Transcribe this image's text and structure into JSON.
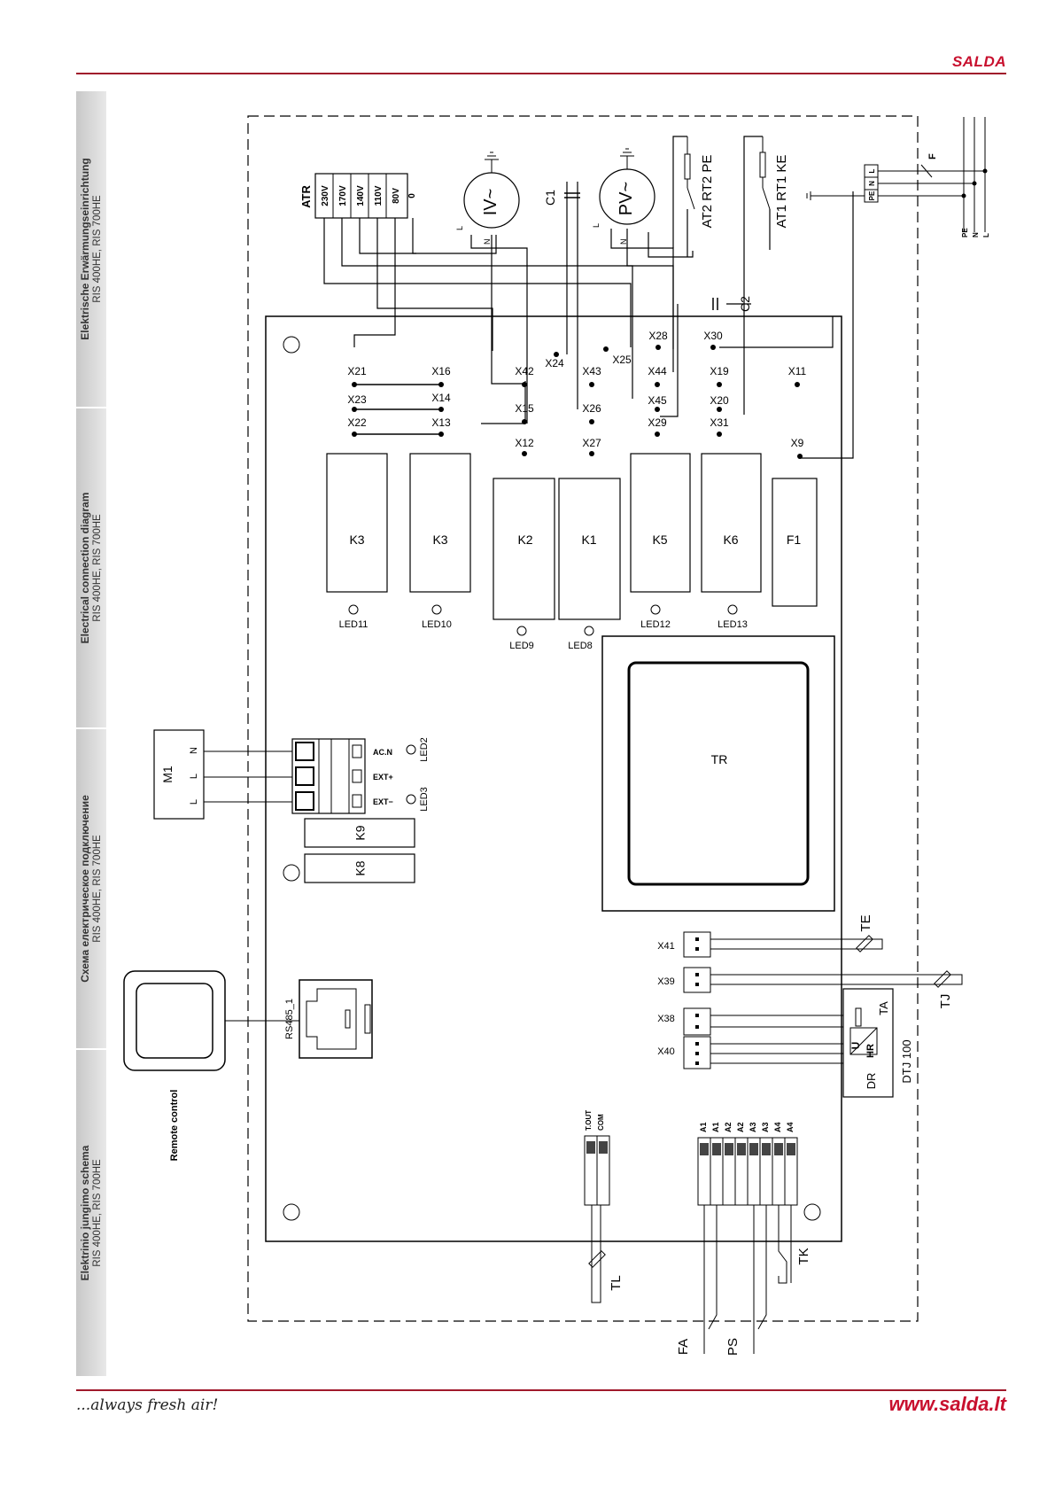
{
  "header": {
    "logo": "SALDA"
  },
  "footer": {
    "slogan": "...always fresh air!",
    "url": "www.salda.lt"
  },
  "sidebar": {
    "titles": [
      {
        "title": "Elektrische Erwärmungseinrichtung",
        "subtitle": "RIS 400HE, RIS 700HE"
      },
      {
        "title": "Electrical connection diagram",
        "subtitle": "RIS 400HE, RIS 700HE"
      },
      {
        "title": "Схема електрическое подключение",
        "subtitle": "RIS 400HE, RIS 700HE"
      },
      {
        "title": "Elektrinio jungimo schema",
        "subtitle": "RIS 400HE, RIS 700HE"
      }
    ]
  },
  "diagram": {
    "atr": {
      "label": "ATR",
      "taps": [
        "230V",
        "170V",
        "140V",
        "110V",
        "80V",
        "0"
      ]
    },
    "fans": [
      {
        "label": "IV~",
        "pins": [
          "L",
          "N"
        ]
      },
      {
        "label": "PV~",
        "pins": [
          "L",
          "N"
        ]
      }
    ],
    "capacitors": [
      "C1",
      "C2"
    ],
    "thermostats": [
      "AT2 RT2 PE",
      "AT1 RT1 KE"
    ],
    "mains": {
      "switch": "F",
      "terminal": [
        "PE",
        "N",
        "L"
      ],
      "lines": [
        "PE",
        "N",
        "L"
      ]
    },
    "terminals": [
      "X28",
      "X30",
      "X21",
      "X16",
      "X42",
      "X24",
      "X43",
      "X25",
      "X44",
      "X19",
      "X11",
      "X23",
      "X14",
      "X15",
      "X26",
      "X45",
      "X20",
      "X22",
      "X13",
      "X29",
      "X31",
      "X12",
      "X27",
      "X9"
    ],
    "relays": [
      "K3",
      "K3",
      "K2",
      "K1",
      "K5",
      "K6",
      "F1"
    ],
    "leds": [
      "LED11",
      "LED10",
      "LED9",
      "LED8",
      "LED12",
      "LED13",
      "LED2",
      "LED3"
    ],
    "transformer": "TR",
    "motor": {
      "label": "M1",
      "pins": [
        "L",
        "L",
        "N"
      ]
    },
    "ext_terminal": [
      "AC.N",
      "EXT+",
      "EXT−"
    ],
    "small_relays": [
      "K9",
      "K8"
    ],
    "connectors": [
      "X41",
      "X39",
      "X38",
      "X40"
    ],
    "sensors": [
      "TE",
      "TJ",
      "TA",
      "TL",
      "TK",
      "FA",
      "PS"
    ],
    "dtj": {
      "label": "DTJ 100",
      "inner": [
        "U",
        "HR",
        "DR"
      ]
    },
    "rs485": "RS485_1",
    "remote": "Remote control",
    "tout_labels": [
      "T.OUT",
      "COM"
    ],
    "a_labels": [
      "A1",
      "A1",
      "A2",
      "A2",
      "A3",
      "A3",
      "A4",
      "A4"
    ]
  }
}
